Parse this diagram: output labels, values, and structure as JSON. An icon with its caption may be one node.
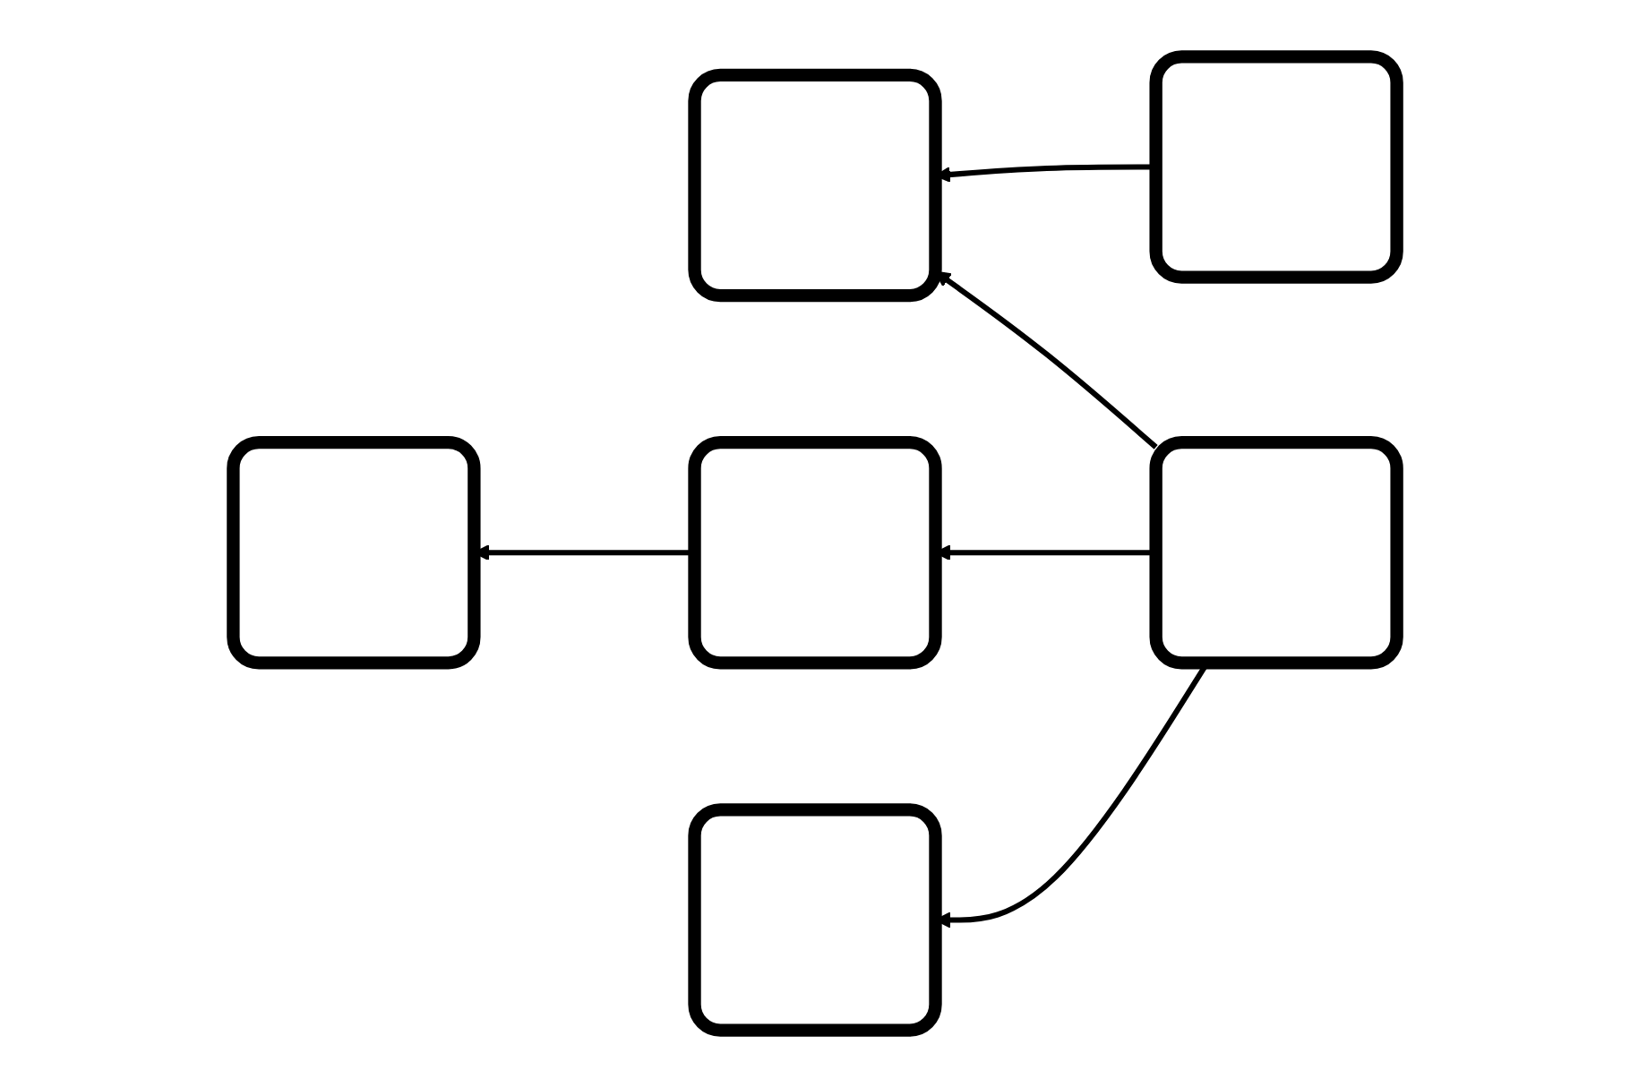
{
  "diagram": {
    "nodes": [
      {
        "text": [],
        "shape": "box"
      },
      {
        "text": [],
        "shape": "box"
      },
      {
        "text": [],
        "shape": "box"
      },
      {
        "text": [],
        "shape": "box"
      },
      {
        "text": [],
        "shape": "box"
      },
      {
        "text": [],
        "shape": "box"
      }
    ],
    "edges": [
      {
        "from": 0,
        "to": 1,
        "arrow": "to"
      },
      {
        "from": 4,
        "to": 1,
        "arrow": "to"
      },
      {
        "from": 4,
        "to": 3,
        "arrow": "to"
      },
      {
        "from": 3,
        "to": 2,
        "arrow": "to"
      },
      {
        "from": 4,
        "to": 5,
        "arrow": "to"
      }
    ]
  }
}
